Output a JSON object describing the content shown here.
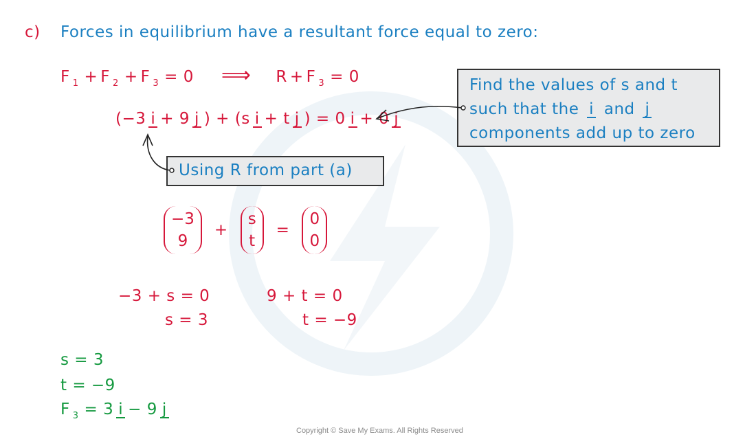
{
  "colors": {
    "working": "#d6173a",
    "notes": "#1a7fc1",
    "answer": "#14993f",
    "callout_fill": "#e9eaeb"
  },
  "part_label": "c)",
  "intro": "Forces in equilibrium have a resultant force equal to zero:",
  "line1": {
    "lhs": [
      {
        "t": "F",
        "s": "1"
      },
      {
        "t": "+"
      },
      {
        "t": "F",
        "s": "2"
      },
      {
        "t": "+"
      },
      {
        "t": "F",
        "s": "3"
      },
      {
        "t": "= 0"
      }
    ],
    "implies": "⟹",
    "rhs": [
      {
        "t": "R"
      },
      {
        "t": "+"
      },
      {
        "t": "F",
        "s": "3"
      },
      {
        "t": "= 0"
      }
    ]
  },
  "line2": [
    {
      "t": "(−3"
    },
    {
      "t": "i",
      "v": true
    },
    {
      "t": "+ 9"
    },
    {
      "t": "j",
      "v": true
    },
    {
      "t": ")  +  (s"
    },
    {
      "t": "i",
      "v": true
    },
    {
      "t": "+ t"
    },
    {
      "t": "j",
      "v": true
    },
    {
      "t": ") = 0"
    },
    {
      "t": "i",
      "v": true
    },
    {
      "t": "+ 0"
    },
    {
      "t": "j",
      "v": true
    }
  ],
  "callout_right": {
    "lines": [
      [
        {
          "t": "Find the values of s and t"
        }
      ],
      [
        {
          "t": "such that the "
        },
        {
          "t": "i",
          "v": true
        },
        {
          "t": " and "
        },
        {
          "t": "j",
          "v": true
        }
      ],
      [
        {
          "t": "components add up to zero"
        }
      ]
    ]
  },
  "callout_left": {
    "text": "Using R from part (a)"
  },
  "matrix_eq": {
    "m1": [
      "−3",
      "9"
    ],
    "plus": "+",
    "m2": [
      "s",
      "t"
    ],
    "eq": "=",
    "m3": [
      "0",
      "0"
    ]
  },
  "solve": {
    "i_eq": "−3 + s = 0",
    "i_sol": "s = 3",
    "j_eq": "9 + t = 0",
    "j_sol": "t = −9"
  },
  "answer": {
    "s": "s = 3",
    "t": "t = −9",
    "f3": [
      {
        "t": "F",
        "s": "3"
      },
      {
        "t": "= 3"
      },
      {
        "t": "i",
        "v": true
      },
      {
        "t": "− 9"
      },
      {
        "t": "j",
        "v": true
      }
    ]
  },
  "copyright": "Copyright © Save My Exams. All Rights Reserved"
}
